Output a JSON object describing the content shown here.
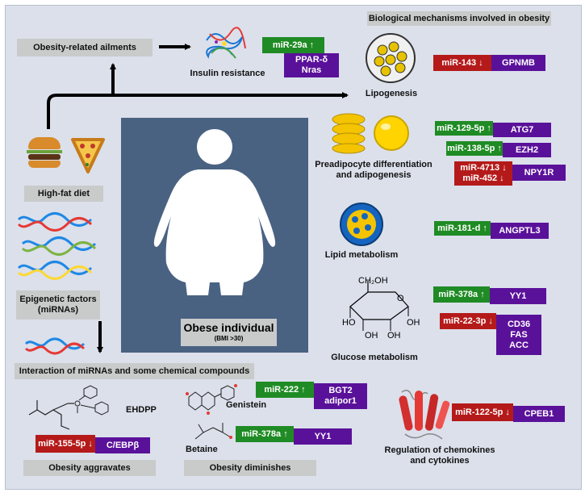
{
  "colors": {
    "panel": "#dbe0eb",
    "label_box": "#c9cbcb",
    "mirna_up": "#1f8b24",
    "mirna_down": "#b51a1a",
    "target_gene": "#5a119a",
    "obese_panel": "#4a6282"
  },
  "header": {
    "mechanisms_title": "Biological mechanisms involved in obesity"
  },
  "left": {
    "ailments_label": "Obesity-related ailments",
    "diet_label": "High-fat diet",
    "epigenetic_label": "Epigenetic factors\n(miRNAs)",
    "interaction_label": "Interaction of miRNAs and some chemical compounds"
  },
  "center": {
    "obese_title": "Obese individual",
    "obese_subtitle": "(BMI >30)"
  },
  "mechanisms": {
    "insulin": {
      "label": "Insulin resistance",
      "mirna": "miR-29a ↑",
      "target": "PPAR-δ\nNras"
    },
    "lipogenesis": {
      "label": "Lipogenesis",
      "mirna": "miR-143 ↓",
      "target": "GPNMB"
    },
    "preadipocyte": {
      "label": "Preadipocyte differentiation\nand adipogenesis",
      "rows": [
        {
          "mirna": "miR-129-5p ↑",
          "target": "ATG7"
        },
        {
          "mirna": "miR-138-5p ↑",
          "target": "EZH2"
        },
        {
          "mirna": "miR-4713 ↓\nmiR-452 ↓",
          "target": "NPY1R"
        }
      ]
    },
    "lipid": {
      "label": "Lipid metabolism",
      "mirna": "miR-181-d ↑",
      "target": "ANGPTL3"
    },
    "glucose": {
      "label": "Glucose metabolism",
      "rows": [
        {
          "mirna": "miR-378a ↑",
          "target": "YY1"
        },
        {
          "mirna": "miR-22-3p ↓",
          "target": "CD36\nFAS\nACC"
        }
      ]
    },
    "chemokines": {
      "label": "Regulation of chemokines\nand cytokines",
      "mirna": "miR-122-5p ↓",
      "target": "CPEB1"
    }
  },
  "compounds": {
    "ehdpp": {
      "name": "EHDPP",
      "mirna": "miR-155-5p ↓",
      "target": "C/EBPβ",
      "effect": "Obesity aggravates"
    },
    "genistein": {
      "name": "Genistein",
      "mirna": "miR-222 ↑",
      "target": "BGT2\nadipor1"
    },
    "betaine": {
      "name": "Betaine",
      "mirna": "miR-378a ↑",
      "target": "YY1",
      "effect": "Obesity diminishes"
    }
  },
  "glucose_structure": {
    "top": "CH₂OH",
    "o_ring": "O",
    "oh": "OH",
    "ho": "HO"
  }
}
